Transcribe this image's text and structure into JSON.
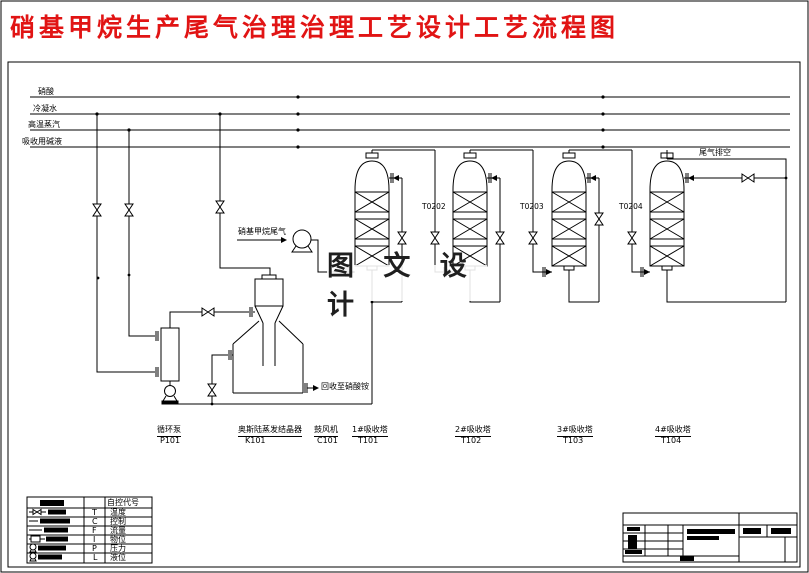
{
  "title": "硝基甲烷生产尾气治理治理工艺设计工艺流程图",
  "watermark": "图 文 设 计",
  "pipelines": [
    "硝酸",
    "冷凝水",
    "高温蒸汽",
    "吸收用碱液"
  ],
  "streams": {
    "feed": "硝基甲烷尾气",
    "vent": "尾气排空",
    "recovery": "回收至硝酸铵"
  },
  "line_tags": [
    "T0202",
    "T0203",
    "T0204"
  ],
  "equipment": [
    {
      "name": "循环泵",
      "tag": "P101"
    },
    {
      "name": "奥斯陆蒸发结晶器",
      "tag": "K101"
    },
    {
      "name": "鼓风机",
      "tag": "C101"
    },
    {
      "name": "1#吸收塔",
      "tag": "T101"
    },
    {
      "name": "2#吸收塔",
      "tag": "T102"
    },
    {
      "name": "3#吸收塔",
      "tag": "T103"
    },
    {
      "name": "4#吸收塔",
      "tag": "T104"
    }
  ],
  "legend": {
    "header": "自控代号",
    "rows": [
      {
        "letter": "T",
        "meaning": "温度"
      },
      {
        "letter": "C",
        "meaning": "控制"
      },
      {
        "letter": "F",
        "meaning": "流量"
      },
      {
        "letter": "I",
        "meaning": "物位"
      },
      {
        "letter": "P",
        "meaning": "压力"
      },
      {
        "letter": "L",
        "meaning": "液位"
      }
    ]
  },
  "colors": {
    "title_red": "#e11414",
    "line_black": "#000000",
    "watermark_gray": "#1f1f1f"
  }
}
